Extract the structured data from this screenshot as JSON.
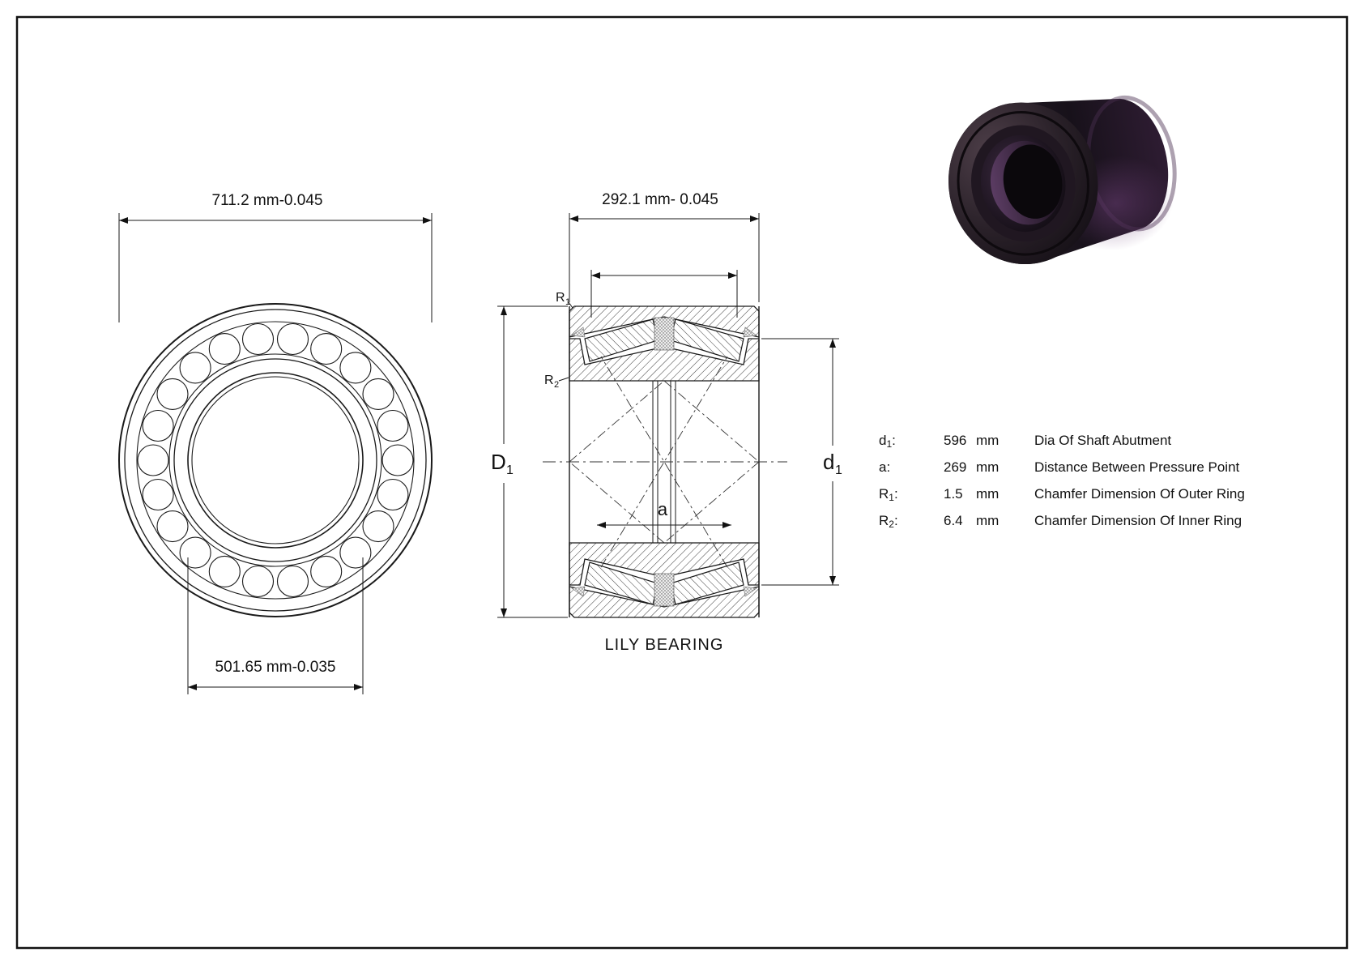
{
  "colors": {
    "line": "#111111",
    "background": "#ffffff",
    "render_body": "#1d151d",
    "render_sheen": "#53355a"
  },
  "front_view": {
    "outer_diameter_dim": "711.2 mm-0.045",
    "bore_diameter_dim": "501.65 mm-0.035"
  },
  "section_view": {
    "width_dim": "292.1 mm- 0.045",
    "labels": {
      "D1": {
        "base": "D",
        "sub": "1"
      },
      "d1": {
        "base": "d",
        "sub": "1"
      },
      "R1": {
        "base": "R",
        "sub": "1"
      },
      "R2": {
        "base": "R",
        "sub": "2"
      },
      "a": "a"
    },
    "caption": "LILY BEARING"
  },
  "spec_table": {
    "rows": [
      {
        "param_base": "d",
        "param_sub": "1",
        "param_suffix": ":",
        "value": "596",
        "unit": "mm",
        "desc": "Dia Of Shaft Abutment"
      },
      {
        "param_base": "a",
        "param_sub": "",
        "param_suffix": ":",
        "value": "269",
        "unit": "mm",
        "desc": "Distance Between Pressure Point"
      },
      {
        "param_base": "R",
        "param_sub": "1",
        "param_suffix": ":",
        "value": "1.5",
        "unit": "mm",
        "desc": "Chamfer Dimension Of Outer Ring"
      },
      {
        "param_base": "R",
        "param_sub": "2",
        "param_suffix": ":",
        "value": "6.4",
        "unit": "mm",
        "desc": "Chamfer Dimension Of Inner Ring"
      }
    ]
  }
}
